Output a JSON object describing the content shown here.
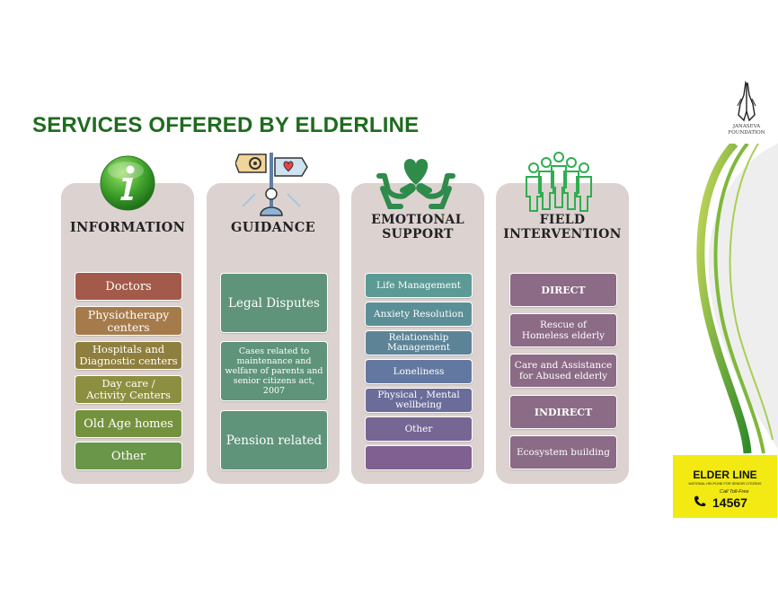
{
  "title": "SERVICES OFFERED BY ELDERLINE",
  "logo": {
    "line1": "JANASEVA",
    "line2": "FOUNDATION"
  },
  "elderline": {
    "name": "ELDER LINE",
    "tagline": "NATIONAL HELPLINE FOR SENIOR CITIZENS",
    "call_text": "Call Toll-Free",
    "number": "14567"
  },
  "columns": [
    {
      "heading": [
        "INFORMATION"
      ],
      "icon": "info-icon",
      "items": [
        "Doctors",
        "Physiotherapy centers",
        "Hospitals and Diagnostic centers",
        "Day care / Activity Centers",
        "Old Age homes",
        "Other"
      ]
    },
    {
      "heading": [
        "GUIDANCE"
      ],
      "icon": "signpost-icon",
      "items": [
        "Legal Disputes",
        "Cases related to maintenance and welfare of parents and senior citizens act, 2007",
        "Pension related"
      ]
    },
    {
      "heading": [
        "EMOTIONAL",
        "SUPPORT"
      ],
      "icon": "heart-hands-icon",
      "items": [
        "Life Management",
        "Anxiety Resolution",
        "Relationship Management",
        "Loneliness",
        "Physical , Mental wellbeing",
        "Other",
        ""
      ]
    },
    {
      "heading": [
        "FIELD",
        "INTERVENTION"
      ],
      "icon": "people-group-icon",
      "items": [
        "DIRECT",
        "Rescue of Homeless elderly",
        "Care and Assistance for Abused elderly",
        "INDIRECT",
        "Ecosystem building"
      ]
    }
  ],
  "colors": {
    "title": "#1f6b1f",
    "column_bg": "#dcd3d1",
    "information": [
      "#a35a4a",
      "#a67b4b",
      "#8f7f3e",
      "#8c8f3f",
      "#74923e",
      "#6a9649"
    ],
    "guidance": "#5f937a",
    "emotional": [
      "#5c9a95",
      "#5b8f97",
      "#5d8396",
      "#6378a0",
      "#6a6c99",
      "#756694",
      "#806090"
    ],
    "field": "#8b6b86"
  }
}
